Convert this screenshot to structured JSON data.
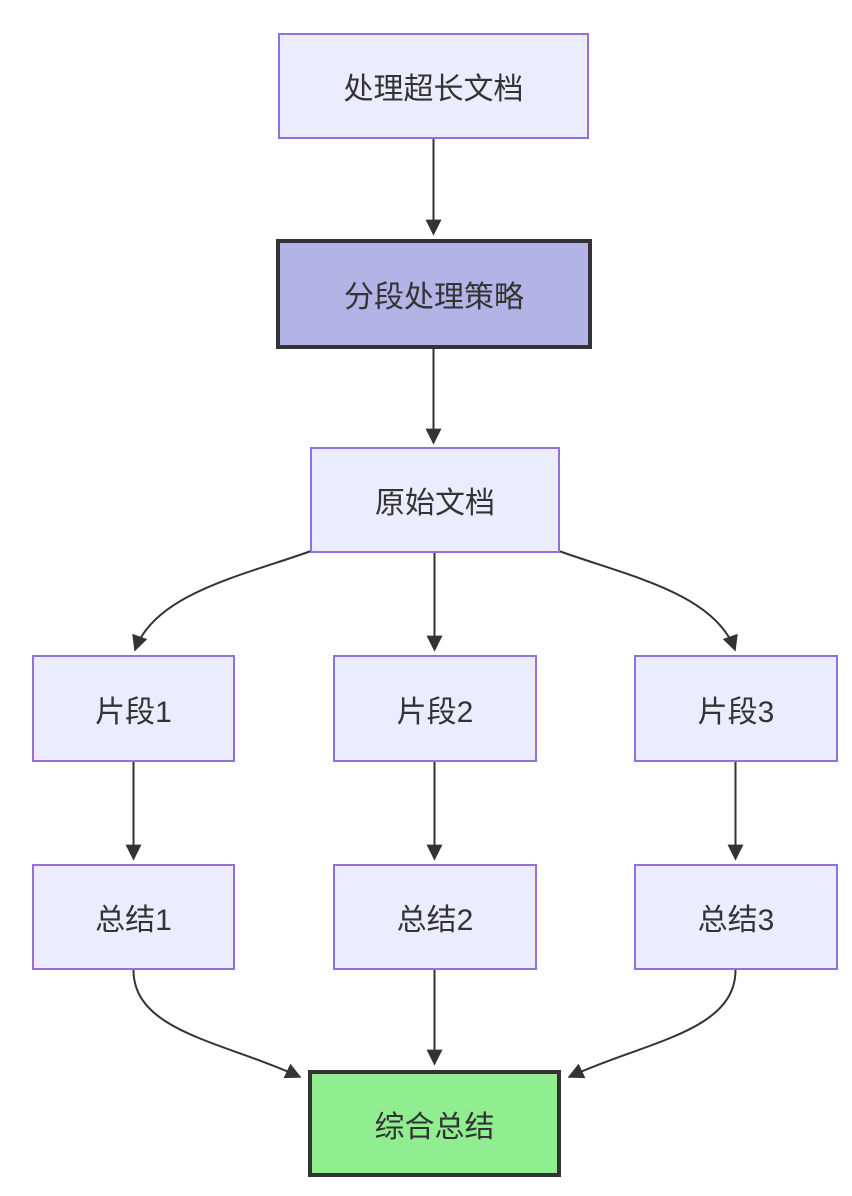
{
  "diagram": {
    "type": "flowchart",
    "direction": "top-down",
    "background_color": "#ffffff",
    "edge_color": "#333333",
    "text_color": "#333333",
    "node_styles": {
      "default": {
        "fill": "#ECECFF",
        "stroke": "#9370DB"
      },
      "strategy": {
        "fill": "#b3b3e6",
        "stroke": "#333333"
      },
      "result": {
        "fill": "#90EE90",
        "stroke": "#333333"
      }
    },
    "nodes": [
      {
        "id": "A",
        "label": "处理超长文档",
        "style": "default"
      },
      {
        "id": "B",
        "label": "分段处理策略",
        "style": "strategy"
      },
      {
        "id": "C",
        "label": "原始文档",
        "style": "default"
      },
      {
        "id": "D1",
        "label": "片段1",
        "style": "default"
      },
      {
        "id": "D2",
        "label": "片段2",
        "style": "default"
      },
      {
        "id": "D3",
        "label": "片段3",
        "style": "default"
      },
      {
        "id": "E1",
        "label": "总结1",
        "style": "default"
      },
      {
        "id": "E2",
        "label": "总结2",
        "style": "default"
      },
      {
        "id": "E3",
        "label": "总结3",
        "style": "default"
      },
      {
        "id": "F",
        "label": "综合总结",
        "style": "result"
      }
    ],
    "edges": [
      {
        "from": "A",
        "to": "B"
      },
      {
        "from": "B",
        "to": "C"
      },
      {
        "from": "C",
        "to": "D1"
      },
      {
        "from": "C",
        "to": "D2"
      },
      {
        "from": "C",
        "to": "D3"
      },
      {
        "from": "D1",
        "to": "E1"
      },
      {
        "from": "D2",
        "to": "E2"
      },
      {
        "from": "D3",
        "to": "E3"
      },
      {
        "from": "E1",
        "to": "F"
      },
      {
        "from": "E2",
        "to": "F"
      },
      {
        "from": "E3",
        "to": "F"
      }
    ]
  }
}
